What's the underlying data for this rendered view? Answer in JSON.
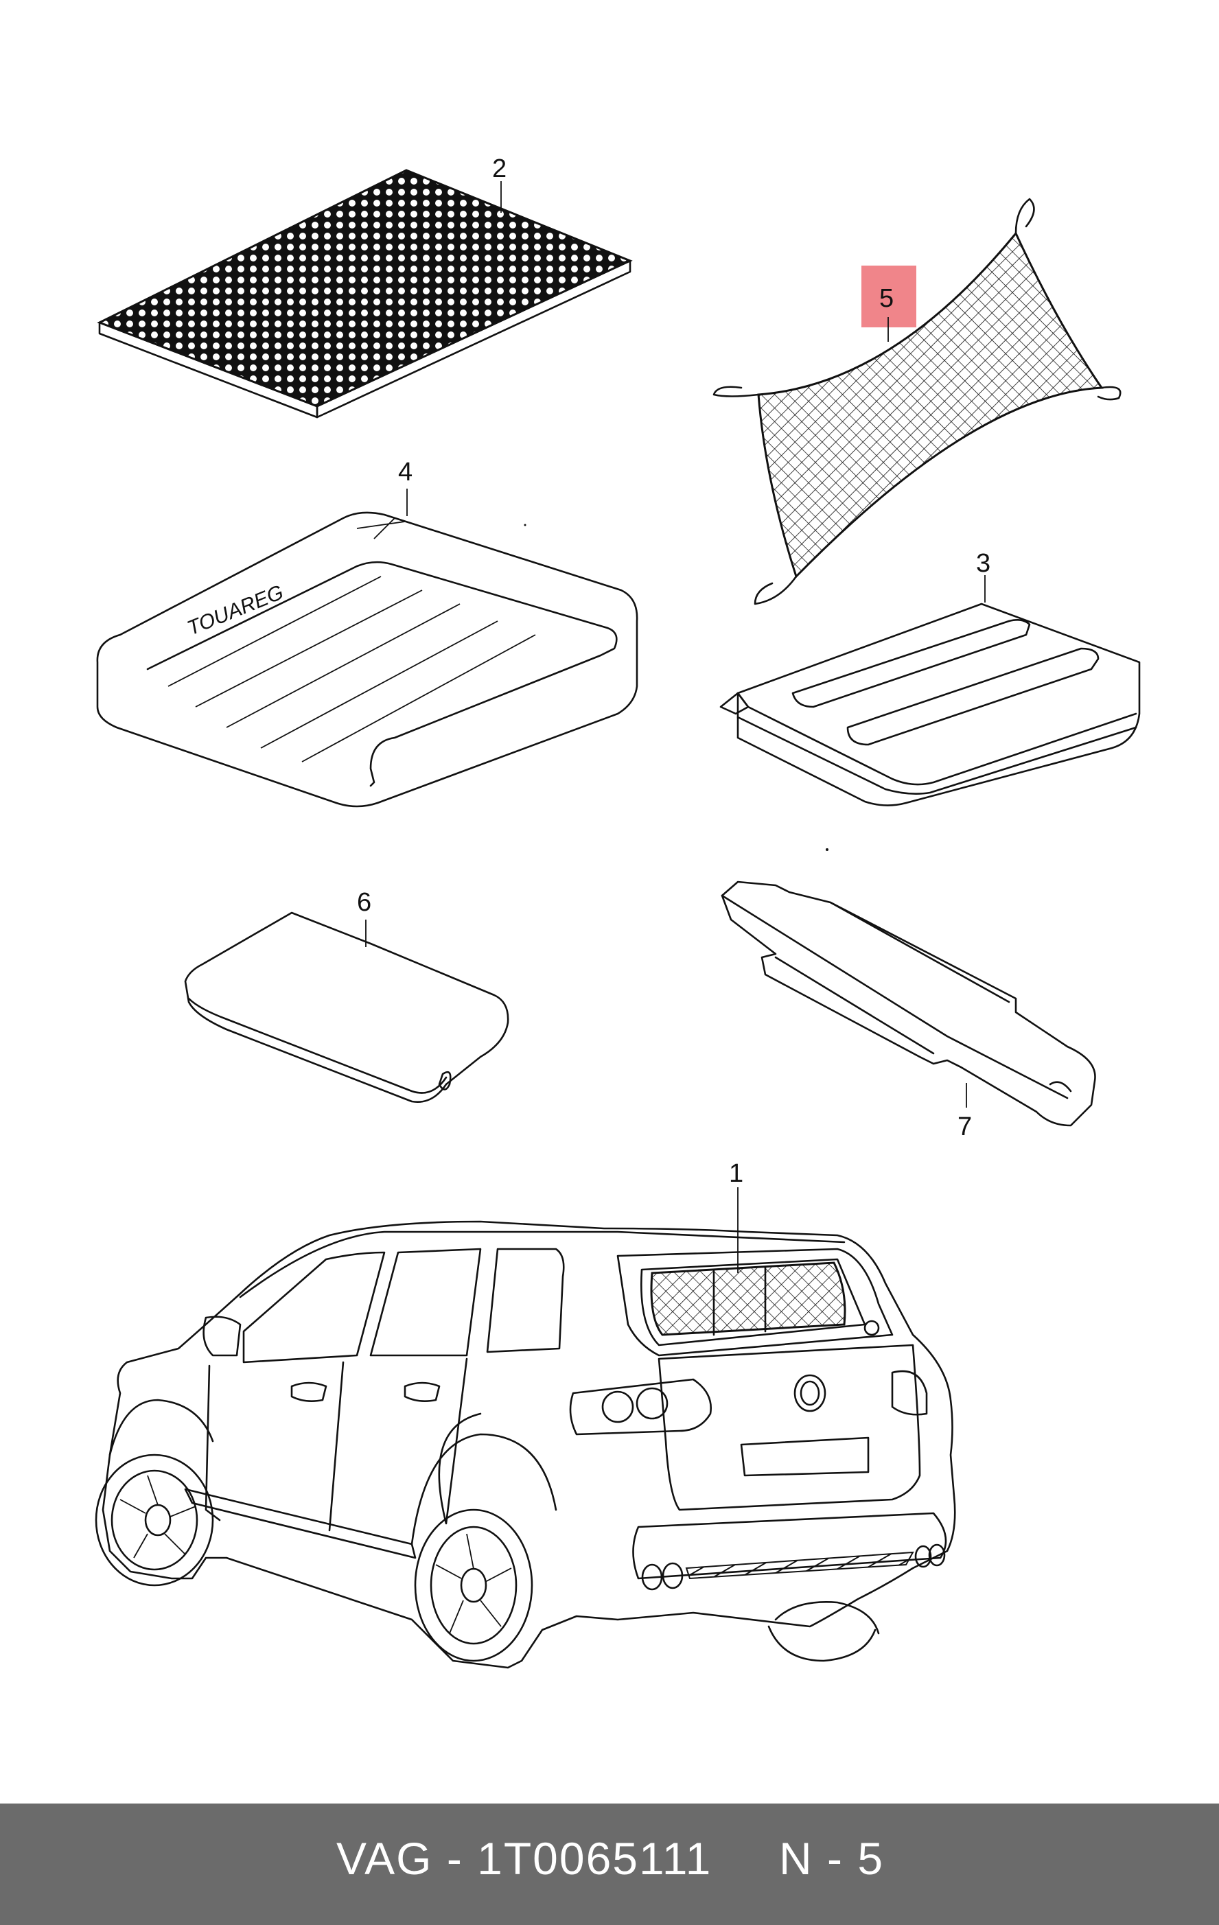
{
  "diagram": {
    "callouts": {
      "c1": "1",
      "c2": "2",
      "c3": "3",
      "c4": "4",
      "c5": "5",
      "c6": "6",
      "c7": "7"
    },
    "mat_brand_text": "TOUAREG",
    "highlight_color": "#f0858a"
  },
  "footer": {
    "part_label": "VAG - 1T0065111",
    "position_label": "N - 5",
    "background_color": "#6b6b6b"
  }
}
